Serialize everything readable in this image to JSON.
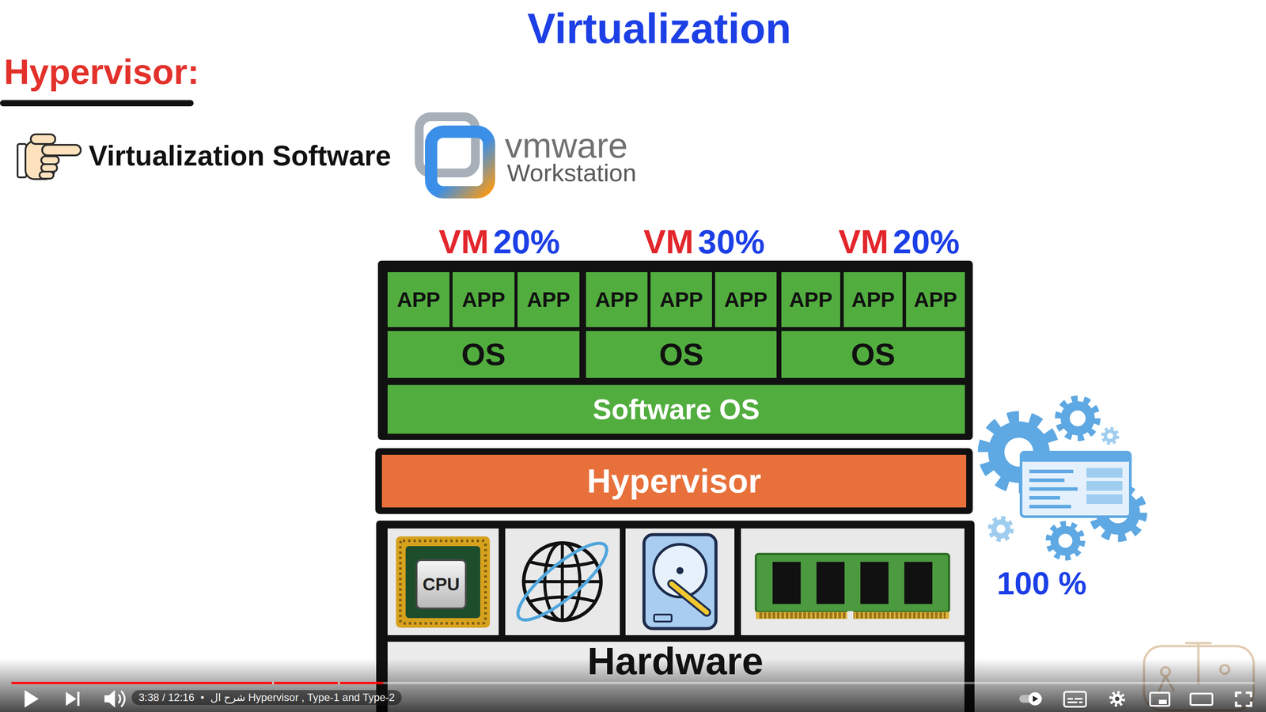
{
  "diagram": {
    "title": "Virtualization",
    "nodes": [
      {
        "text": [
          "VM",
          "20%"
        ]
      },
      {
        "text": [
          "APP"
        ],
        "in": 0
      },
      {
        "text": [
          "APP"
        ],
        "in": 0
      },
      {
        "text": [
          "APP"
        ],
        "in": 0
      },
      {
        "text": [
          "OS"
        ],
        "in": 0
      },
      {
        "text": [
          "VM",
          "30%"
        ]
      },
      {
        "text": [
          "APP"
        ],
        "in": 5
      },
      {
        "text": [
          "APP"
        ],
        "in": 5
      },
      {
        "text": [
          "APP"
        ],
        "in": 5
      },
      {
        "text": [
          "OS"
        ],
        "in": 5
      },
      {
        "text": [
          "VM",
          "20%"
        ]
      },
      {
        "text": [
          "APP"
        ],
        "in": 10
      },
      {
        "text": [
          "APP"
        ],
        "in": 10
      },
      {
        "text": [
          "APP"
        ],
        "in": 10
      },
      {
        "text": [
          "OS"
        ],
        "in": 10
      },
      {
        "text": [
          "Software OS"
        ]
      },
      {
        "text": [
          "Hypervisor"
        ]
      },
      {
        "text": [
          "Hardware"
        ]
      },
      {
        "text": [
          "CPU"
        ],
        "in": 17
      }
    ],
    "labels": [
      "Hypervisor:",
      "Virtualization Software",
      "vmware",
      "Workstation",
      "100 %",
      "3:38 / 12:16",
      "•",
      "شرح ال Hypervisor , Type-1 and Type-2"
    ]
  }
}
